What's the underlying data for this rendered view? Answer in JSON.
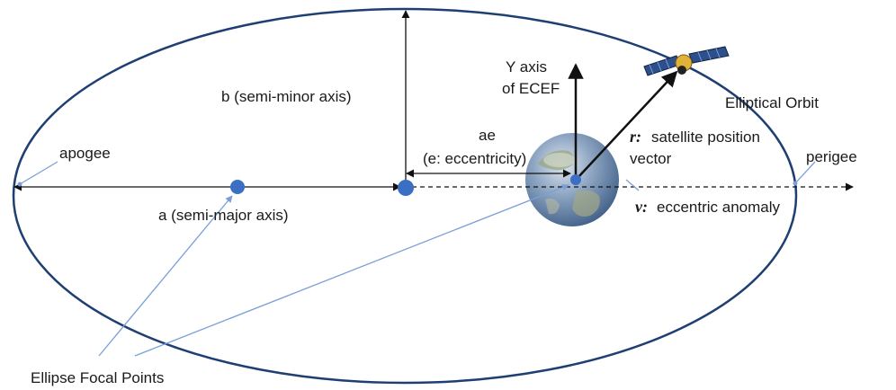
{
  "labels": {
    "y_axis_line1": "Y axis",
    "y_axis_line2": "of ECEF",
    "semi_minor": "b (semi-minor axis)",
    "orbit": "Elliptical Orbit",
    "apogee": "apogee",
    "perigee": "perigee",
    "ae": "ae",
    "eccentricity": "(e: eccentricity)",
    "r_symbol": "r:",
    "r_text_line1": "satellite position",
    "r_text_line2": "vector",
    "v_symbol": "ν:",
    "v_text": "eccentric anomaly",
    "semi_major": "a (semi-major axis)",
    "focal_points": "Ellipse Focal Points"
  },
  "colors": {
    "ellipse": "#1f3f73",
    "focus": "#3a6fc4",
    "pointer": "#7a9fd8",
    "arrow": "#111111",
    "earth_ocean": "#5c7fa8",
    "earth_land": "#8fa07a"
  },
  "icons": {
    "earth": "earth-globe",
    "satellite": "satellite-icon"
  }
}
